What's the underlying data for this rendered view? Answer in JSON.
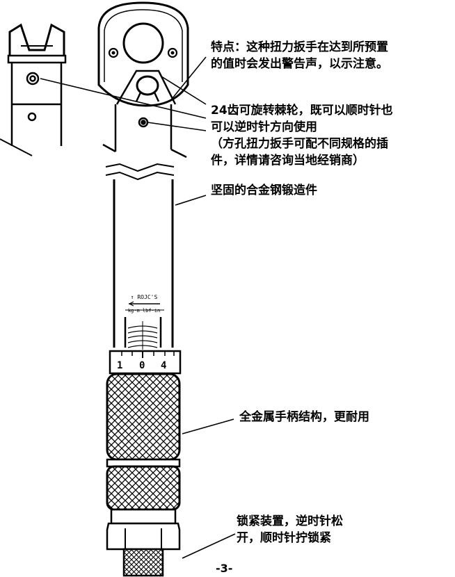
{
  "callouts": {
    "feature": {
      "line1": "特点：这种扭力扳手在达到所预置",
      "line2": "的值时会发出警告声，以示注意。"
    },
    "ratchet": {
      "line1": "24齿可旋转棘轮，既可以顺时针也",
      "line2": "可以逆时针方向使用",
      "line3": "（方孔扭力扳手可配不同规格的插",
      "line4": "件，详情请咨询当地经销商）"
    },
    "forging": {
      "line1": "坚固的合金钢锻造件"
    },
    "handle": {
      "line1": "全金属手柄结构，更耐用"
    },
    "lock": {
      "line1": "锁紧装置，逆时针松",
      "line2": "开，顺时针拧锁紧"
    }
  },
  "scale": {
    "tick_left": "1",
    "tick_mid": "0",
    "tick_right": "4"
  },
  "page_number": "-3-",
  "colors": {
    "ink": "#000000",
    "paper": "#ffffff"
  }
}
